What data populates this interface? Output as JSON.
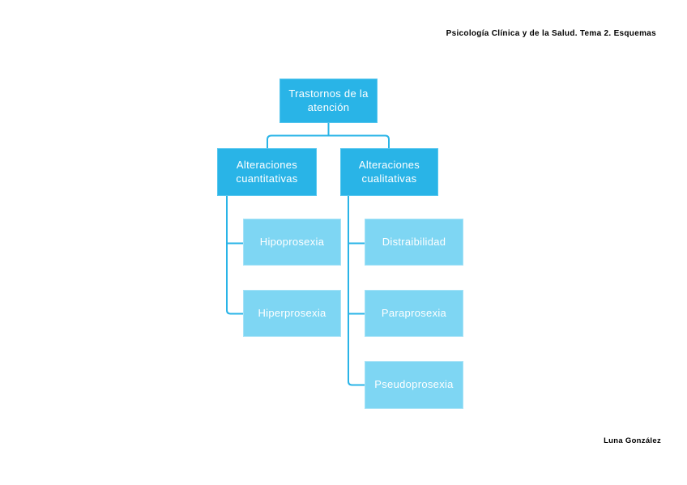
{
  "header": {
    "title": "Psicología Clínica y de la Salud. Tema 2. Esquemas"
  },
  "footer": {
    "author": "Luna González"
  },
  "diagram": {
    "root": {
      "label": "Trastornos de la atención"
    },
    "branches": [
      {
        "label": "Alteraciones cuantitativas",
        "children": [
          {
            "label": "Hipoprosexia"
          },
          {
            "label": "Hiperprosexia"
          }
        ]
      },
      {
        "label": "Alteraciones cualitativas",
        "children": [
          {
            "label": "Distraibilidad"
          },
          {
            "label": "Paraprosexia"
          },
          {
            "label": "Pseudoprosexia"
          }
        ]
      }
    ]
  },
  "colors": {
    "background": "#ffffff",
    "page_text": "#000000",
    "box_primary": "#29b4e7",
    "box_primary_border": "#55c6ee",
    "box_secondary": "#7ed6f3",
    "box_secondary_border": "#a5e2f7",
    "box_text": "#ffffff",
    "connector": "#29b4e7"
  }
}
